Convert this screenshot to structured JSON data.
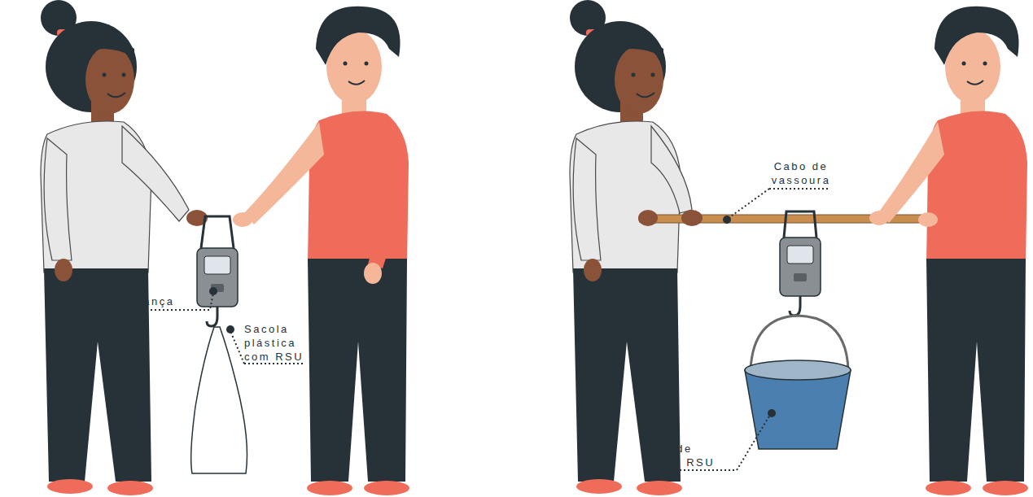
{
  "diagram": {
    "labels": [
      "Balança",
      "Sacola plástica com RSU",
      "Cabo de vassoura",
      "Balde com RSU"
    ]
  }
}
